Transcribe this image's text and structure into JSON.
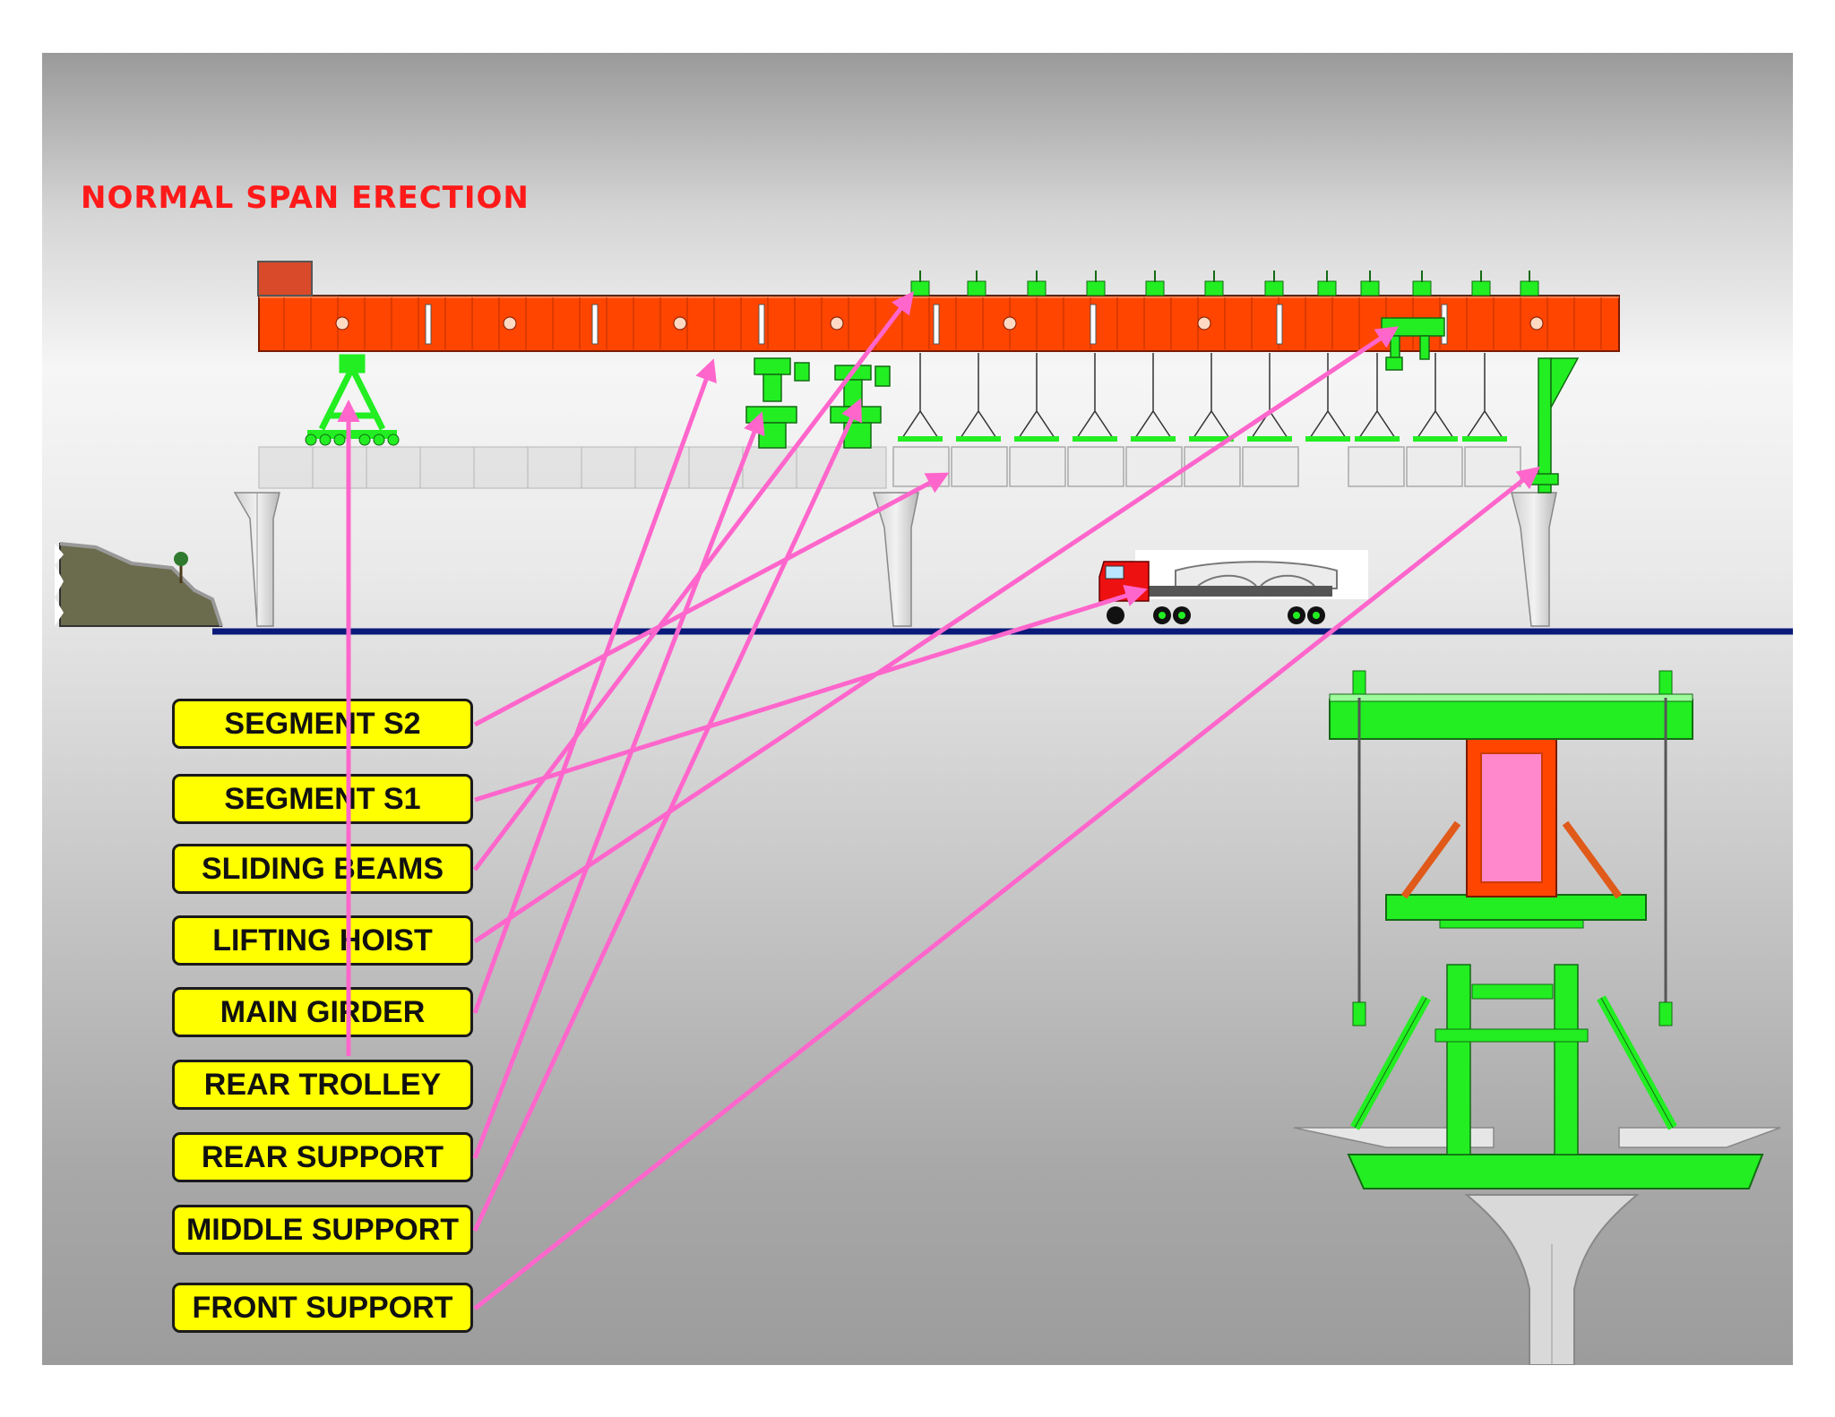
{
  "title": "NORMAL SPAN ERECTION",
  "labels": [
    {
      "id": "segment-s2",
      "text": "SEGMENT S2"
    },
    {
      "id": "segment-s1",
      "text": "SEGMENT S1"
    },
    {
      "id": "sliding-beams",
      "text": "SLIDING BEAMS"
    },
    {
      "id": "lifting-hoist",
      "text": "LIFTING HOIST"
    },
    {
      "id": "main-girder",
      "text": "MAIN GIRDER"
    },
    {
      "id": "rear-trolley",
      "text": "REAR TROLLEY"
    },
    {
      "id": "rear-support",
      "text": "REAR SUPPORT"
    },
    {
      "id": "middle-support",
      "text": "MIDDLE SUPPORT"
    },
    {
      "id": "front-support",
      "text": "FRONT SUPPORT"
    }
  ],
  "colors": {
    "title": "#ff1a1a",
    "girder": "#ff4500",
    "equipment": "#22ee22",
    "arrow": "#ff66cc",
    "label_fill": "#ffff00",
    "ground_line": "#0a1a7a"
  }
}
